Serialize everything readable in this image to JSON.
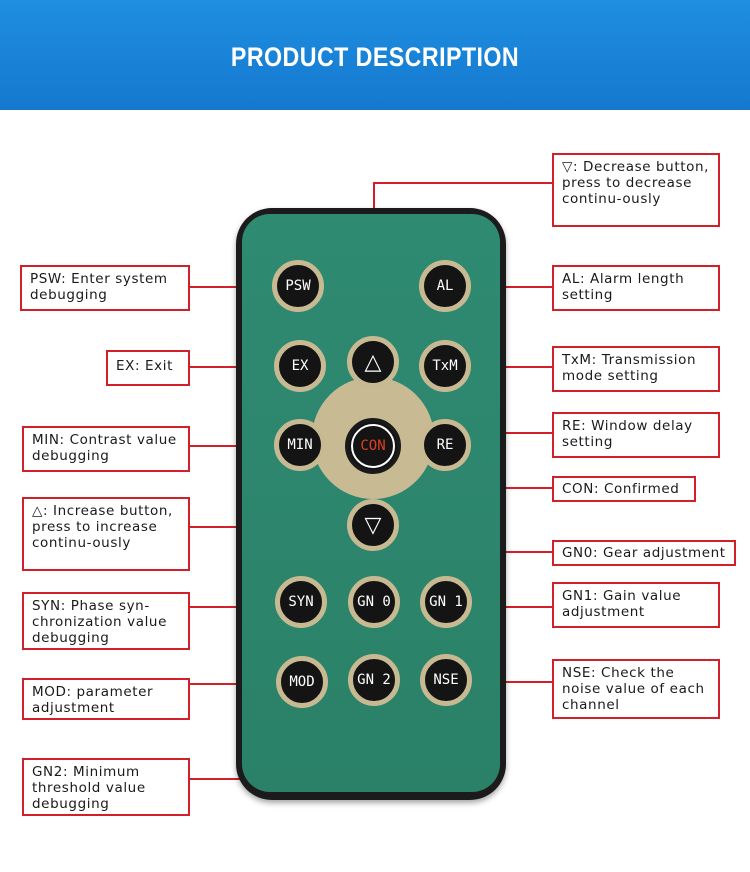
{
  "header": {
    "title": "PRODUCT DESCRIPTION"
  },
  "buttons": {
    "psw": "PSW",
    "al": "AL",
    "ex": "EX",
    "up": "△",
    "txm": "TxM",
    "min": "MIN",
    "con": "CON",
    "re": "RE",
    "down": "▽",
    "syn": "SYN",
    "gn0": "GN 0",
    "gn1": "GN 1",
    "mod": "MOD",
    "gn2": "GN 2",
    "nse": "NSE"
  },
  "callouts": {
    "decrease": "▽: Decrease button, press to decrease continu-ously",
    "psw": "PSW: Enter system debugging",
    "al": "AL: Alarm length setting",
    "ex": "EX: Exit",
    "txm": "TxM: Transmission mode setting",
    "min": "MIN: Contrast value debugging",
    "re": "RE: Window delay setting",
    "con": "CON: Confirmed",
    "increase": "△: Increase button, press to increase continu-ously",
    "gn0": "GN0: Gear adjustment",
    "syn": "SYN: Phase syn-chronization value debugging",
    "gn1": "GN1: Gain value adjustment",
    "mod": "MOD: parameter adjustment",
    "nse": "NSE: Check the noise value of each channel",
    "gn2": "GN2: Minimum threshold value debugging"
  },
  "colors": {
    "banner": "#1a84d8",
    "accent": "#d2202a",
    "panel": "#2d8670",
    "button_ring": "#c7ba92"
  }
}
